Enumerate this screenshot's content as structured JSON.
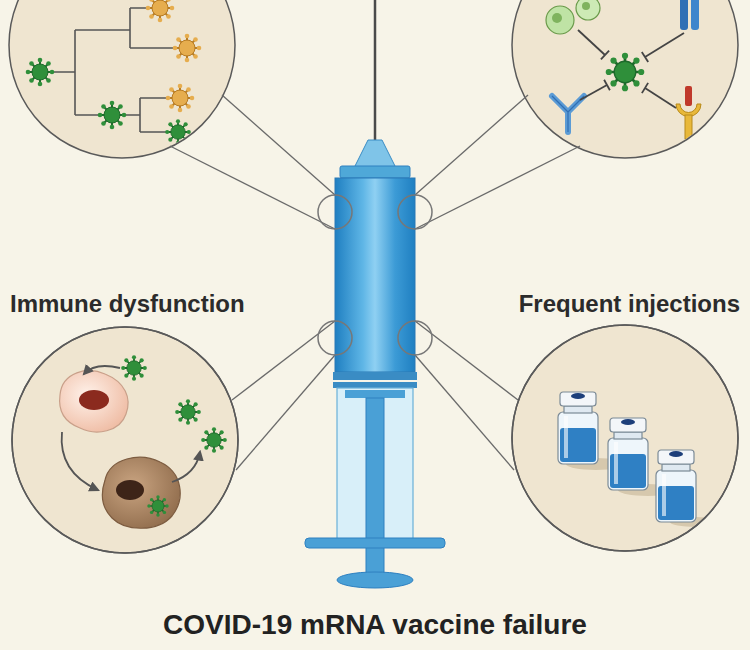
{
  "diagram": {
    "title": "COVID-19 mRNA vaccine failure",
    "nodes": [
      {
        "text": [
          "Immune dysfunction"
        ]
      },
      {
        "text": [
          "Frequent injections"
        ]
      }
    ]
  }
}
